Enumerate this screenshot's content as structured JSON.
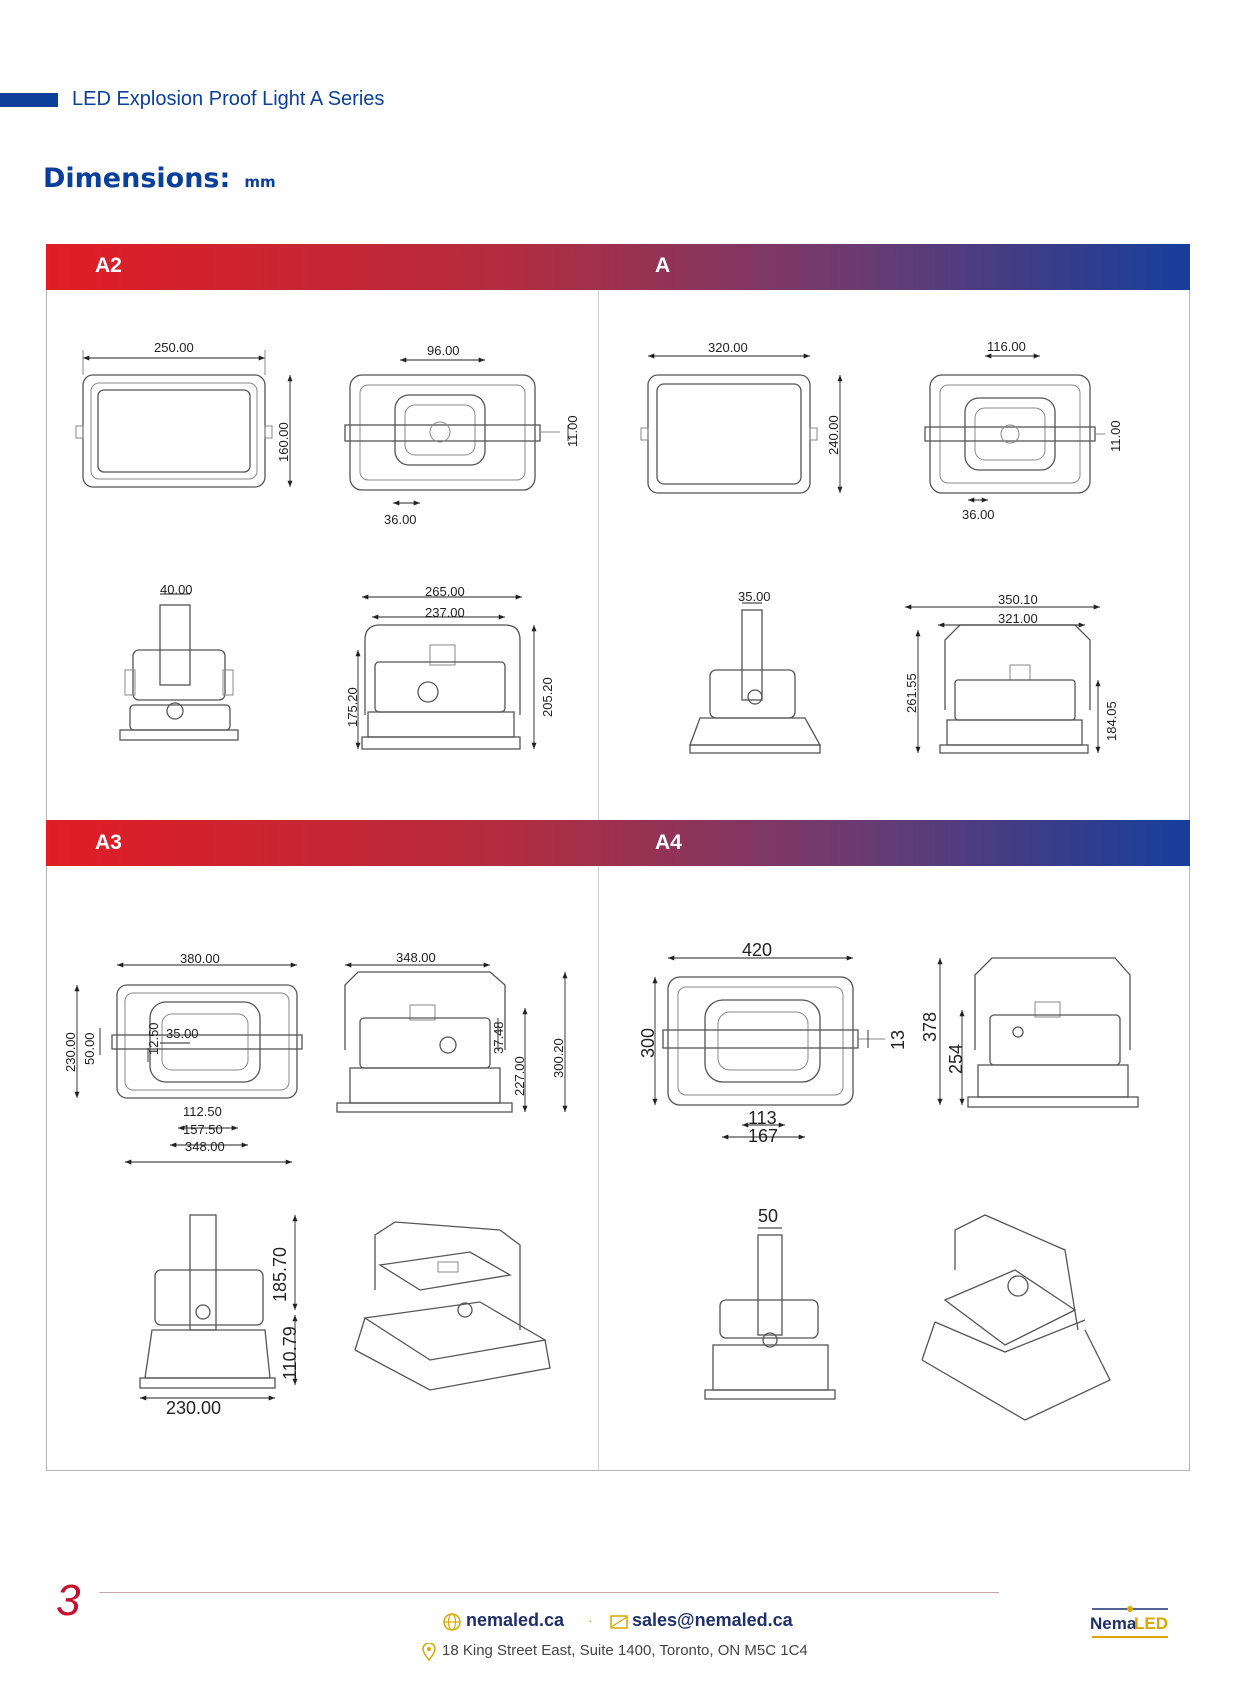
{
  "header": {
    "series_title": "LED Explosion Proof Light A Series"
  },
  "section": {
    "title": "Dimensions:",
    "unit": "mm"
  },
  "panels": [
    {
      "label": "A2"
    },
    {
      "label": "A"
    },
    {
      "label": "A3"
    },
    {
      "label": "A4"
    }
  ],
  "dims": {
    "a2": [
      "250.00",
      "160.00",
      "96.00",
      "11.00",
      "36.00",
      "40.00",
      "265.00",
      "237.00",
      "175.20",
      "205.20"
    ],
    "a": [
      "320.00",
      "240.00",
      "116.00",
      "11.00",
      "36.00",
      "35.00",
      "350.10",
      "321.00",
      "261.55",
      "184.05"
    ],
    "a3": [
      "380.00",
      "230.00",
      "50.00",
      "12.50",
      "35.00",
      "112.50",
      "157.50",
      "348.00",
      "348.00",
      "37.48",
      "227.00",
      "300.20",
      "185.70",
      "110.79",
      "230.00"
    ],
    "a4": [
      "420",
      "300",
      "13",
      "113",
      "167",
      "378",
      "254",
      "50"
    ]
  },
  "footer": {
    "page_number": "3",
    "website": "nemaled.ca",
    "separator": "·",
    "email": "sales@nemaled.ca",
    "address": "18 King Street East, Suite 1400, Toronto, ON M5C 1C4",
    "logo_text_a": "Nema",
    "logo_text_b": "LED"
  },
  "colors": {
    "brand_blue": "#0a3f9c",
    "band_red": "#e11d25",
    "band_blue": "#163e9b",
    "page_number": "#c8102e"
  }
}
